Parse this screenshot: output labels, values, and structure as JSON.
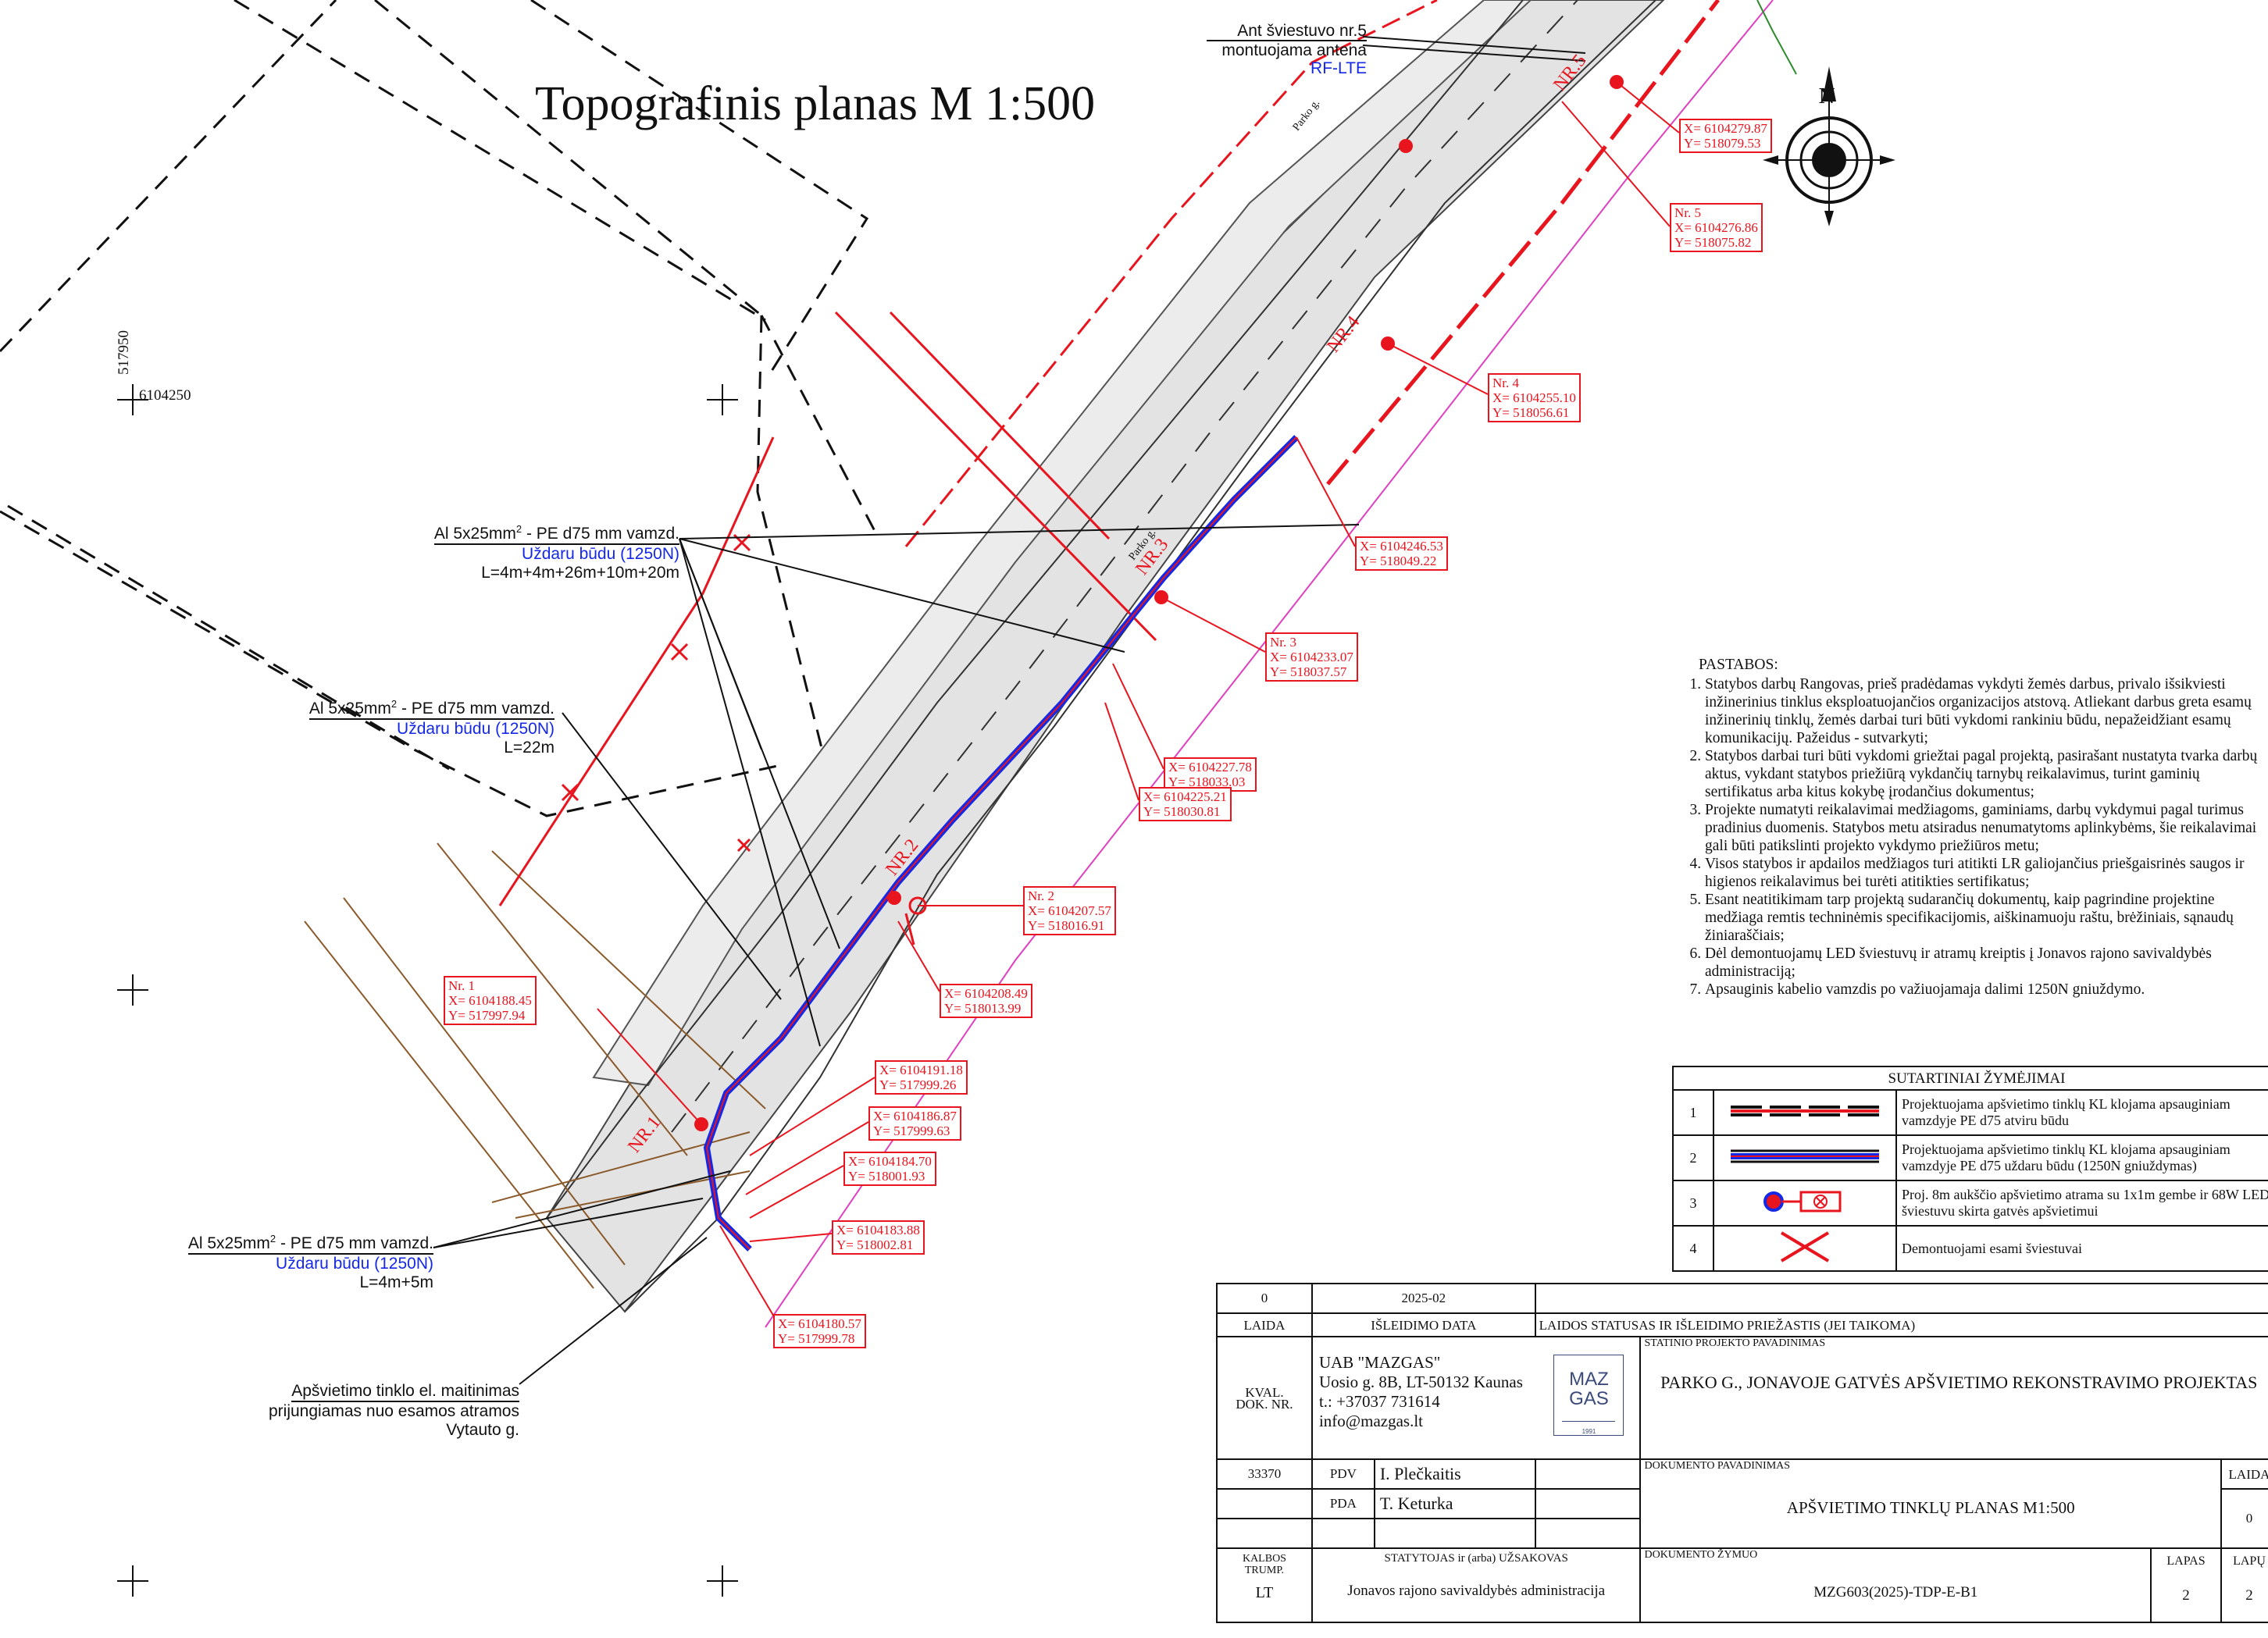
{
  "plan_title": "Topografinis planas M 1:500",
  "grid": {
    "y_label": "517950",
    "x_label": "6104250"
  },
  "north_label": "N",
  "street_labels": [
    "Parko g.",
    "Parko g."
  ],
  "poles": [
    "NR.1",
    "NR.2",
    "NR.3",
    "NR.4",
    "NR.5"
  ],
  "antenna_note": {
    "line1": "Ant šviestuvo nr.5",
    "line2": "montuojama antena",
    "line3": "RF-LTE"
  },
  "callouts": [
    {
      "cable": "Al 5x25mm",
      "sup": "2",
      "rest": " - PE d75 mm vamzd.",
      "method": "Uždaru būdu (1250N)",
      "length": "L=4m+4m+26m+10m+20m"
    },
    {
      "cable": "Al 5x25mm",
      "sup": "2",
      "rest": " - PE d75 mm vamzd.",
      "method": "Uždaru būdu (1250N)",
      "length": "L=22m"
    },
    {
      "cable": "Al 5x25mm",
      "sup": "2",
      "rest": " - PE d75 mm vamzd.",
      "method": "Uždaru būdu (1250N)",
      "length": "L=4m+5m"
    }
  ],
  "power_note": {
    "line1": "Apšvietimo tinklo el. maitinimas",
    "line2": "prijungiamas nuo esamos atramos",
    "line3": "Vytauto g."
  },
  "coordinates": [
    {
      "name": "",
      "x": "X= 6104279.87",
      "y": "Y= 518079.53"
    },
    {
      "name": "Nr. 5",
      "x": "X= 6104276.86",
      "y": "Y= 518075.82"
    },
    {
      "name": "Nr. 4",
      "x": "X= 6104255.10",
      "y": "Y= 518056.61"
    },
    {
      "name": "",
      "x": "X= 6104246.53",
      "y": "Y= 518049.22"
    },
    {
      "name": "Nr. 3",
      "x": "X= 6104233.07",
      "y": "Y= 518037.57"
    },
    {
      "name": "",
      "x": "X= 6104227.78",
      "y": "Y= 518033.03"
    },
    {
      "name": "",
      "x": "X= 6104225.21",
      "y": "Y= 518030.81"
    },
    {
      "name": "Nr. 2",
      "x": "X= 6104207.57",
      "y": "Y= 518016.91"
    },
    {
      "name": "",
      "x": "X= 6104208.49",
      "y": "Y= 518013.99"
    },
    {
      "name": "Nr. 1",
      "x": "X= 6104188.45",
      "y": "Y= 517997.94"
    },
    {
      "name": "",
      "x": "X= 6104191.18",
      "y": "Y= 517999.26"
    },
    {
      "name": "",
      "x": "X= 6104186.87",
      "y": "Y= 517999.63"
    },
    {
      "name": "",
      "x": "X= 6104184.70",
      "y": "Y= 518001.93"
    },
    {
      "name": "",
      "x": "X= 6104183.88",
      "y": "Y= 518002.81"
    },
    {
      "name": "",
      "x": "X= 6104180.57",
      "y": "Y= 517999.78"
    }
  ],
  "notes": {
    "title": "PASTABOS:",
    "items": [
      "Statybos darbų Rangovas, prieš pradėdamas vykdyti žemės darbus, privalo išsikviesti inžinerinius tinklus eksploatuojančios organizacijos atstovą. Atliekant darbus greta esamų inžinerinių tinklų, žemės darbai turi būti vykdomi rankiniu būdu, nepažeidžiant esamų komunikacijų. Pažeidus - sutvarkyti;",
      "Statybos darbai turi būti vykdomi griežtai pagal projektą, pasirašant nustatyta tvarka darbų aktus, vykdant statybos priežiūrą vykdančių tarnybų reikalavimus, turint gaminių sertifikatus arba kitus kokybę įrodančius dokumentus;",
      "Projekte numatyti reikalavimai medžiagoms, gaminiams, darbų vykdymui pagal turimus pradinius duomenis. Statybos metu atsiradus nenumatytoms aplinkybėms, šie reikalavimai gali būti patikslinti projekto vykdymo priežiūros metu;",
      "Visos statybos ir apdailos medžiagos turi atitikti LR galiojančius priešgaisrinės saugos ir higienos reikalavimus bei turėti atitikties sertifikatus;",
      "Esant neatitikimam tarp projektą sudarančių dokumentų, kaip pagrindine projektine medžiaga remtis techninėmis specifikacijomis, aiškinamuoju raštu, brėžiniais, sąnaudų žiniaraščiais;",
      "Dėl demontuojamų LED šviestuvų ir atramų kreiptis į Jonavos rajono savivaldybės administraciją;",
      "Apsauginis kabelio vamzdis po važiuojamaja dalimi 1250N gniuždymo."
    ]
  },
  "legend": {
    "title": "SUTARTINIAI ŽYMĖJIMAI",
    "rows": [
      {
        "num": "1",
        "symbol": "cable-open",
        "text": "Projektuojama apšvietimo tinklų KL klojama apsauginiam vamzdyje PE d75 atviru būdu"
      },
      {
        "num": "2",
        "symbol": "cable-closed",
        "text": "Projektuojama apšvietimo tinklų KL klojama apsauginiam vamzdyje PE d75 uždaru būdu (1250N gniuždymas)"
      },
      {
        "num": "3",
        "symbol": "pole",
        "text": "Proj. 8m aukščio apšvietimo atrama su 1x1m gembe ir 68W LED šviestuvu skirta gatvės apšvietimui"
      },
      {
        "num": "4",
        "symbol": "remove",
        "text": "Demontuojami esami šviestuvai"
      }
    ]
  },
  "title_block": {
    "laida_val": "0",
    "date_val": "2025-02",
    "laida_lbl": "LAIDA",
    "date_lbl": "IŠLEIDIMO DATA",
    "status_lbl": "LAIDOS STATUSAS IR IŠLEIDIMO PRIEŽASTIS (JEI TAIKOMA)",
    "kval_lbl": "KVAL. DOK. NR.",
    "company": [
      "UAB \"MAZGAS\"",
      "Uosio g. 8B, LT-50132 Kaunas",
      "t.: +37037 731614",
      "info@mazgas.lt"
    ],
    "logo_top": "MAZ",
    "logo_bottom": "GAS",
    "logo_small": "1991",
    "project_lbl": "STATINIO PROJEKTO PAVADINIMAS",
    "project_name": "PARKO G., JONAVOJE GATVĖS APŠVIETIMO REKONSTRAVIMO PROJEKTAS",
    "kval_no": "33370",
    "pdv": "PDV",
    "pdv_name": "I. Plečkaitis",
    "pda": "PDA",
    "pda_name": "T. Keturka",
    "doc_lbl": "DOKUMENTO PAVADINIMAS",
    "doc_name": "APŠVIETIMO TINKLŲ PLANAS M1:500",
    "laida_hdr": "LAIDA",
    "laida_doc": "0",
    "kalbos_lbl": "KALBOS TRUMP.",
    "lang": "LT",
    "client_lbl": "STATYTOJAS ir (arba) UŽSAKOVAS",
    "client": "Jonavos rajono savivaldybės administracija",
    "code_lbl": "DOKUMENTO ŽYMUO",
    "code": "MZG603(2025)-TDP-E-B1",
    "lapas_lbl": "LAPAS",
    "lapas": "2",
    "lapu_lbl": "LAPŲ",
    "lapu": "2"
  },
  "colors": {
    "cable": "#1428e6",
    "design": "#e8141e",
    "road": "#e6e6e6",
    "existing": "#8b5a2b",
    "pink": "#e040c0"
  }
}
